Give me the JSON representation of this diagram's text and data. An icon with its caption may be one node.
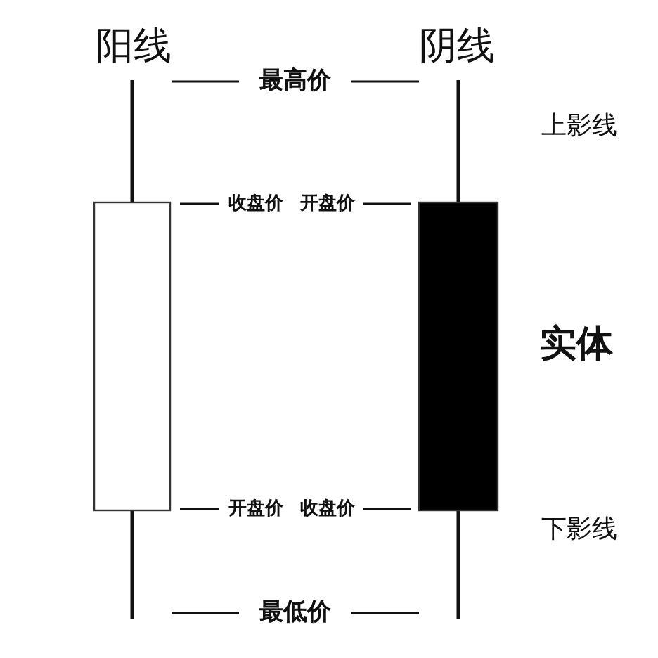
{
  "diagram": {
    "labels": [
      "阳线",
      "阴线",
      "最高价",
      "上影线",
      "收盘价",
      "开盘价",
      "实体",
      "开盘价",
      "收盘价",
      "下影线",
      "最低价"
    ]
  }
}
